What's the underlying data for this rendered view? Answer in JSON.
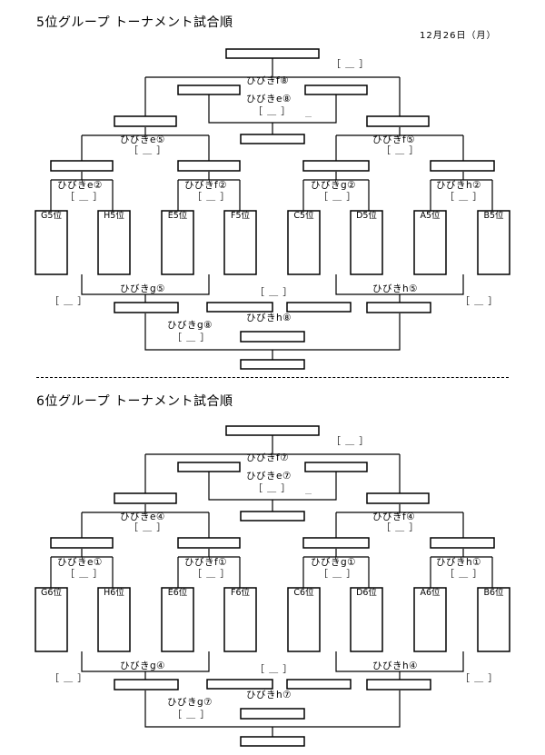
{
  "date": "12月26日（月）",
  "sections": [
    {
      "title": "5位グループ トーナメント試合順",
      "teams": [
        "G5位",
        "H5位",
        "E5位",
        "F5位",
        "C5位",
        "D5位",
        "A5位",
        "B5位"
      ],
      "labels": {
        "r1": [
          "ひびきe②",
          "ひびきf②",
          "ひびきg②",
          "ひびきh②"
        ],
        "r2_left": "ひびきe⑤",
        "r2_right": "ひびきf⑤",
        "sf_top_a": "ひびきf⑧",
        "sf_top_b": "ひびきe⑧",
        "cons_left": "ひびきg⑤",
        "cons_right": "ひびきh⑤",
        "cons_mid": "ひびきh⑧",
        "cons_final": "ひびきg⑧"
      },
      "slot": "［ ＿ ］"
    },
    {
      "title": "6位グループ トーナメント試合順",
      "teams": [
        "G6位",
        "H6位",
        "E6位",
        "F6位",
        "C6位",
        "D6位",
        "A6位",
        "B6位"
      ],
      "labels": {
        "r1": [
          "ひびきe①",
          "ひびきf①",
          "ひびきg①",
          "ひびきh①"
        ],
        "r2_left": "ひびきe④",
        "r2_right": "ひびきf④",
        "sf_top_a": "ひびきf⑦",
        "sf_top_b": "ひびきe⑦",
        "cons_left": "ひびきg④",
        "cons_right": "ひびきh④",
        "cons_mid": "ひびきh⑦",
        "cons_final": "ひびきg⑦"
      },
      "slot": "［ ＿ ］"
    }
  ]
}
